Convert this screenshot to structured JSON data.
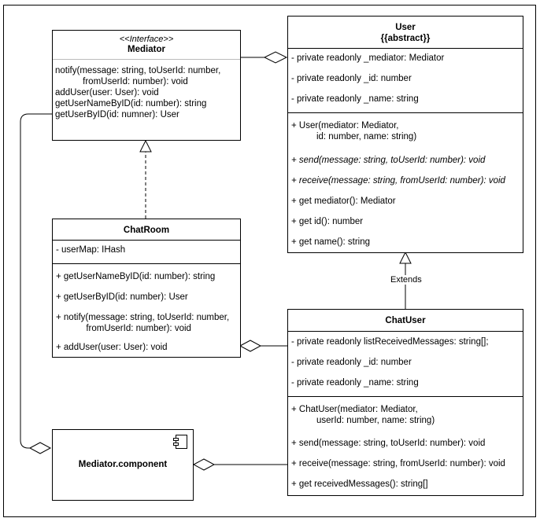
{
  "mediator": {
    "stereotype": "<<Interface>>",
    "name": "Mediator",
    "methods": [
      "notify(message: string, toUserId: number,",
      "           fromUserId: number): void",
      "addUser(user: User): void",
      "getUserNameByID(id: number): string",
      "getUserByID(id: numner): User"
    ]
  },
  "user": {
    "name": "User",
    "modifier": "{{abstract}}",
    "fields": [
      "- private readonly _mediator: Mediator",
      "- private readonly _id: number",
      "- private readonly _name: string"
    ],
    "methods": [
      "+ User(mediator: Mediator,",
      "          id: number, name: string)",
      "+ send(message: string, toUserId: number): void",
      "+ receive(message: string, fromUserId: number): void",
      "+ get mediator(): Mediator",
      "+ get id(): number",
      "+ get name(): string"
    ]
  },
  "chatroom": {
    "name": "ChatRoom",
    "fields": [
      "- userMap: IHash"
    ],
    "methods": [
      "+ getUserNameByID(id: number): string",
      "+ getUserByID(id: number): User",
      "+ notify(message: string, toUserId: number,",
      "            fromUserId: number): void",
      "+ addUser(user: User): void"
    ]
  },
  "chatuser": {
    "name": "ChatUser",
    "fields": [
      "- private readonly listReceivedMessages: string[];",
      "- private readonly _id: number",
      "- private readonly _name: string"
    ],
    "methods": [
      "+ ChatUser(mediator: Mediator,",
      "          userId: number, name: string)",
      "+ send(message: string, toUserId: number): void",
      "+ receive(message: string, fromUserId: number): void",
      "+ get receivedMessages(): string[]"
    ]
  },
  "component": {
    "name": "Mediator.component"
  },
  "relations": {
    "extends_label": "Extends"
  }
}
